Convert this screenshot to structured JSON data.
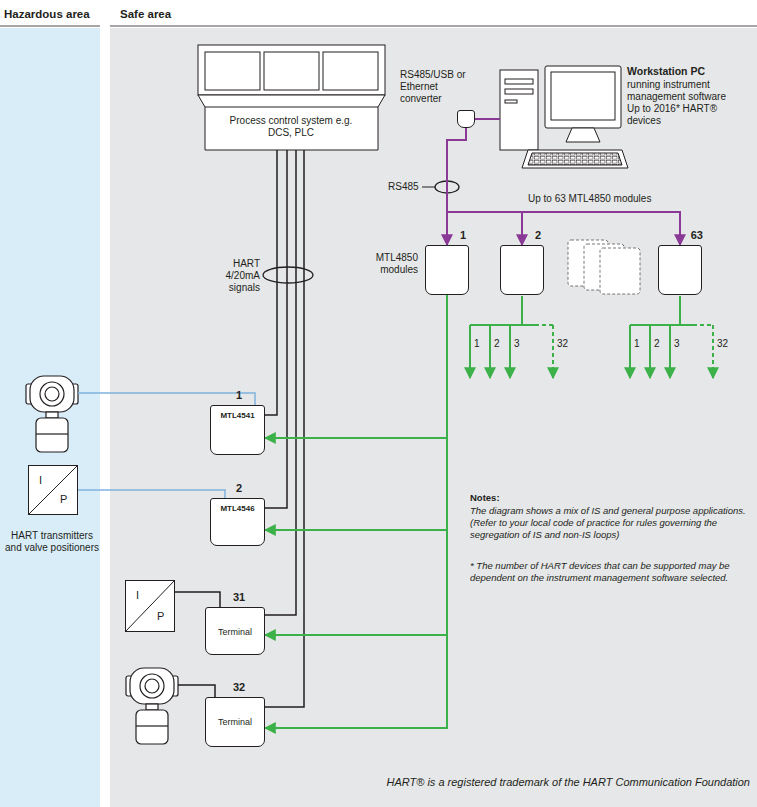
{
  "diagram": {
    "nodes": [
      {
        "text": [
          "Process control system e.g. DCS, PLC"
        ]
      },
      {
        "text": [
          "Workstation PC",
          "running instrument management software Up to 2016* HART® devices"
        ]
      },
      {
        "text": [
          "RS485/USB or Ethernet converter"
        ]
      },
      {
        "text": [
          "1"
        ]
      },
      {
        "text": [
          "2"
        ]
      },
      {
        "text": [
          "63"
        ]
      },
      {
        "text": [
          "1",
          "MTL4541"
        ]
      },
      {
        "text": [
          "2",
          "MTL4546"
        ]
      },
      {
        "text": [
          "31",
          "Terminal"
        ]
      },
      {
        "text": [
          "32",
          "Terminal"
        ]
      },
      {
        "text": [
          "I",
          "P"
        ]
      },
      {
        "text": [
          "I",
          "P"
        ]
      }
    ],
    "edges": [
      {
        "from": 0,
        "to": 6,
        "arrow": "none"
      },
      {
        "from": 0,
        "to": 7,
        "arrow": "none"
      },
      {
        "from": 0,
        "to": 8,
        "arrow": "none"
      },
      {
        "from": 0,
        "to": 9,
        "arrow": "none"
      },
      {
        "from": 2,
        "to": 1,
        "arrow": "none"
      },
      {
        "from": 2,
        "to": 3,
        "arrow": "to"
      },
      {
        "from": 2,
        "to": 4,
        "arrow": "to"
      },
      {
        "from": 2,
        "to": 5,
        "arrow": "to"
      },
      {
        "from": 3,
        "to": 6,
        "arrow": "to"
      },
      {
        "from": 3,
        "to": 7,
        "arrow": "to"
      },
      {
        "from": 3,
        "to": 8,
        "arrow": "to"
      },
      {
        "from": 3,
        "to": 9,
        "arrow": "to"
      },
      {
        "from": 10,
        "to": 7,
        "arrow": "none"
      },
      {
        "from": 11,
        "to": 8,
        "arrow": "none"
      }
    ],
    "labels": [
      "Hazardous area",
      "Safe area",
      "HART 4/20mA signals",
      "RS485",
      "Up to 63 MTL4850 modules",
      "MTL4850 modules",
      "1",
      "2",
      "3",
      "32",
      "1",
      "2",
      "3",
      "32",
      "HART transmitters and valve positioners",
      "Notes:",
      "The diagram shows a mix of IS and general purpose applications. (Refer to your local code of practice for rules governing the segregation of IS and non-IS loops)",
      "* The number of HART devices that can be supported may be dependent on the instrument management software selected.",
      "HART® is a registered trademark of the HART Communication Foundation"
    ]
  }
}
